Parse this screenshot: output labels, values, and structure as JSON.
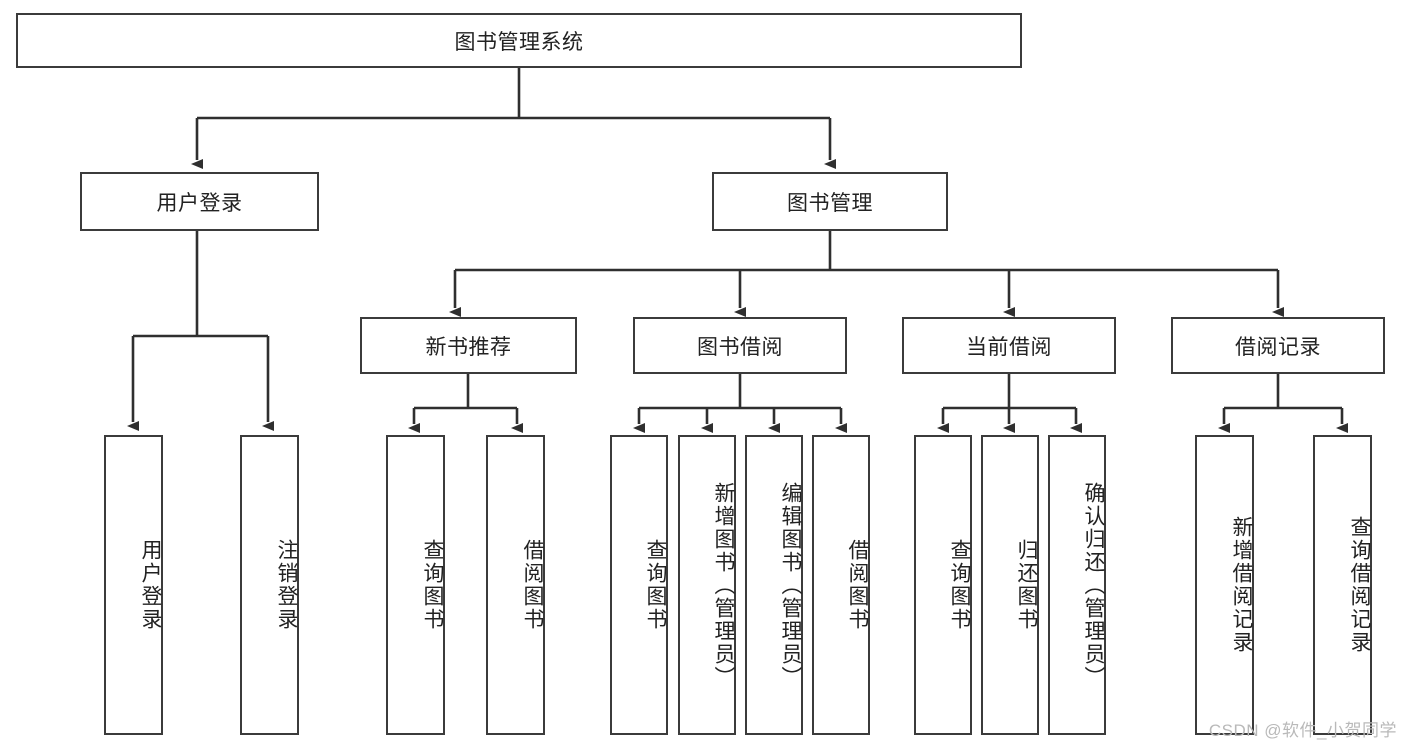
{
  "diagram": {
    "title": "图书管理系统",
    "type": "tree",
    "root": {
      "label": "图书管理系统"
    },
    "level2": [
      {
        "label": "用户登录"
      },
      {
        "label": "图书管理"
      }
    ],
    "level3": [
      {
        "label": "新书推荐"
      },
      {
        "label": "图书借阅"
      },
      {
        "label": "当前借阅"
      },
      {
        "label": "借阅记录"
      }
    ],
    "leaves": {
      "user_login": [
        {
          "label": "用户登录"
        },
        {
          "label": "注销登录"
        }
      ],
      "new_book_recommend": [
        {
          "label": "查询图书"
        },
        {
          "label": "借阅图书"
        }
      ],
      "book_borrow": [
        {
          "label": "查询图书"
        },
        {
          "label": "新增图书（管理员）"
        },
        {
          "label": "编辑图书（管理员）"
        },
        {
          "label": "借阅图书"
        }
      ],
      "current_borrow": [
        {
          "label": "查询图书"
        },
        {
          "label": "归还图书"
        },
        {
          "label": "确认归还（管理员）"
        }
      ],
      "borrow_record": [
        {
          "label": "新增借阅记录"
        },
        {
          "label": "查询借阅记录"
        }
      ]
    }
  },
  "watermark": {
    "text": "CSDN @软件_小贺同学"
  },
  "colors": {
    "background": "#ffffff",
    "node_border": "#3b3b3b",
    "node_fill": "#ffffff",
    "edge": "#2f2f2f",
    "text": "#222222",
    "watermark": "#b9b9b9"
  }
}
